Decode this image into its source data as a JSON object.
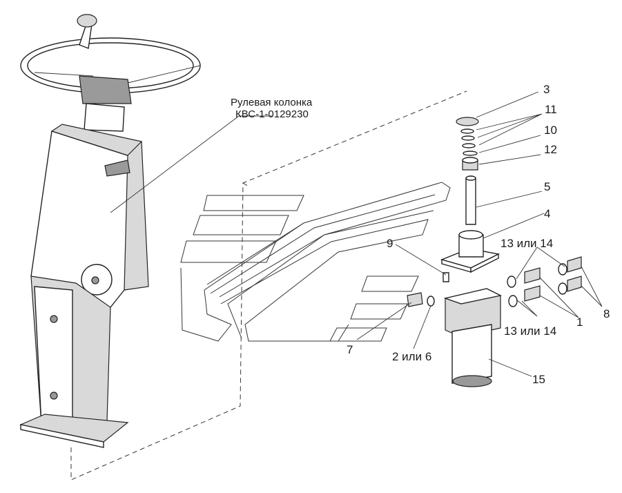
{
  "diagram": {
    "assembly_title_line1": "Рулевая колонка",
    "assembly_title_line2": "КВС-1-0129230",
    "callouts": [
      {
        "id": "c3",
        "text": "3"
      },
      {
        "id": "c11",
        "text": "11"
      },
      {
        "id": "c10",
        "text": "10"
      },
      {
        "id": "c12",
        "text": "12"
      },
      {
        "id": "c5",
        "text": "5"
      },
      {
        "id": "c4",
        "text": "4"
      },
      {
        "id": "c9",
        "text": "9"
      },
      {
        "id": "c13a",
        "text": "13 или 14"
      },
      {
        "id": "c13b",
        "text": "13 или 14"
      },
      {
        "id": "c1",
        "text": "1"
      },
      {
        "id": "c8",
        "text": "8"
      },
      {
        "id": "c7",
        "text": "7"
      },
      {
        "id": "c2",
        "text": "2 или 6"
      },
      {
        "id": "c15",
        "text": "15"
      }
    ]
  }
}
